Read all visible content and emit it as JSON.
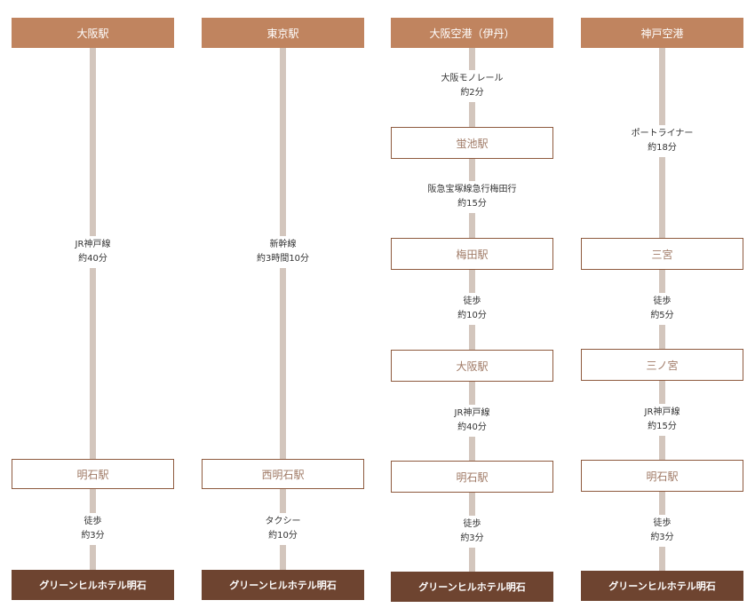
{
  "routes": [
    {
      "origin": "大阪駅",
      "segments": [
        {
          "mode": "JR神戸線",
          "time": "約40分"
        },
        {
          "mode": "徒歩",
          "time": "約3分"
        }
      ],
      "stations": [
        "明石駅"
      ],
      "destination": "グリーンヒルホテル明石"
    },
    {
      "origin": "東京駅",
      "segments": [
        {
          "mode": "新幹線",
          "time": "約3時間10分"
        },
        {
          "mode": "タクシー",
          "time": "約10分"
        }
      ],
      "stations": [
        "西明石駅"
      ],
      "destination": "グリーンヒルホテル明石"
    },
    {
      "origin": "大阪空港（伊丹）",
      "segments": [
        {
          "mode": "大阪モノレール",
          "time": "約2分"
        },
        {
          "mode": "阪急宝塚線急行梅田行",
          "time": "約15分"
        },
        {
          "mode": "徒歩",
          "time": "約10分"
        },
        {
          "mode": "JR神戸線",
          "time": "約40分"
        },
        {
          "mode": "徒歩",
          "time": "約3分"
        }
      ],
      "stations": [
        "蛍池駅",
        "梅田駅",
        "大阪駅",
        "明石駅"
      ],
      "destination": "グリーンヒルホテル明石"
    },
    {
      "origin": "神戸空港",
      "segments": [
        {
          "mode": "ポートライナー",
          "time": "約18分"
        },
        {
          "mode": "徒歩",
          "time": "約5分"
        },
        {
          "mode": "JR神戸線",
          "time": "約15分"
        },
        {
          "mode": "徒歩",
          "time": "約3分"
        }
      ],
      "stations": [
        "三宮",
        "三ノ宮",
        "明石駅"
      ],
      "destination": "グリーンヒルホテル明石"
    }
  ]
}
